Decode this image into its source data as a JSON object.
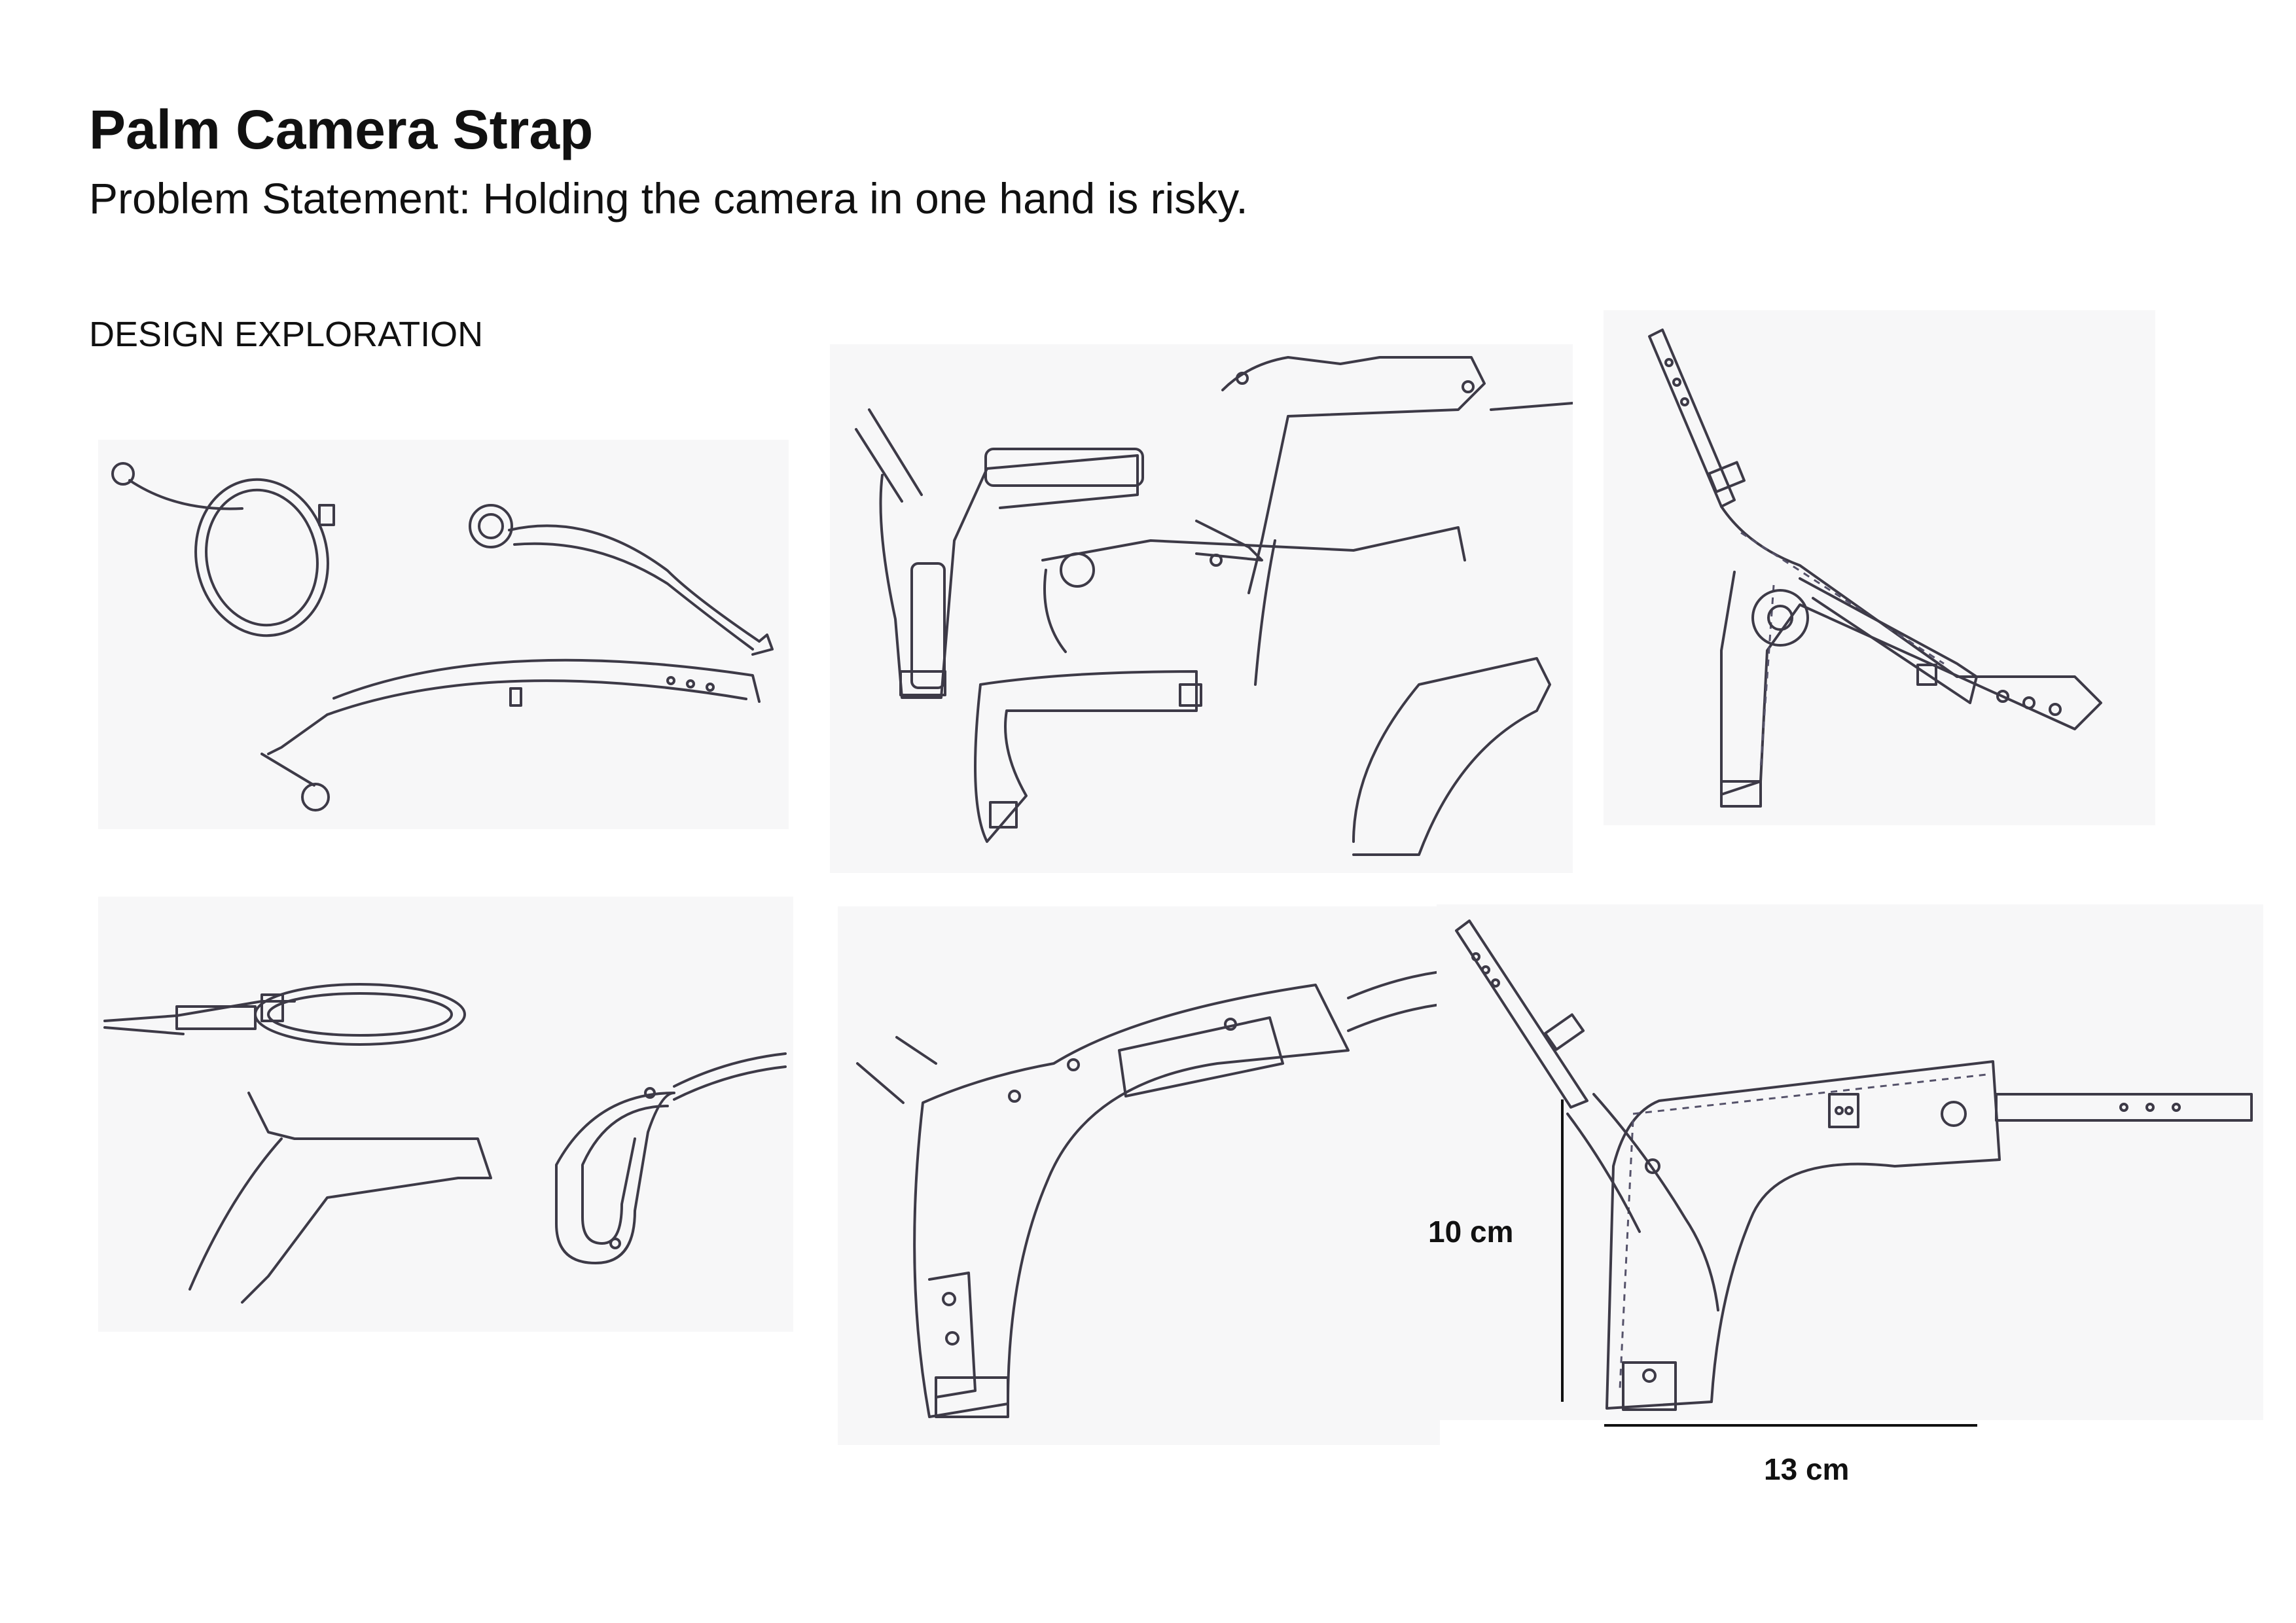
{
  "title": "Palm Camera Strap",
  "problem_statement": "Problem Statement: Holding the camera in one hand is risky.",
  "section_label": "DESIGN EXPLORATION",
  "sketches": [
    {
      "name": "sketch-wrist-loops"
    },
    {
      "name": "sketch-palm-pads"
    },
    {
      "name": "sketch-y-harness"
    },
    {
      "name": "sketch-loop-and-pad"
    },
    {
      "name": "sketch-curved-pad"
    },
    {
      "name": "sketch-final-design"
    }
  ],
  "dimensions": {
    "height": "10 cm",
    "width": "13 cm"
  }
}
